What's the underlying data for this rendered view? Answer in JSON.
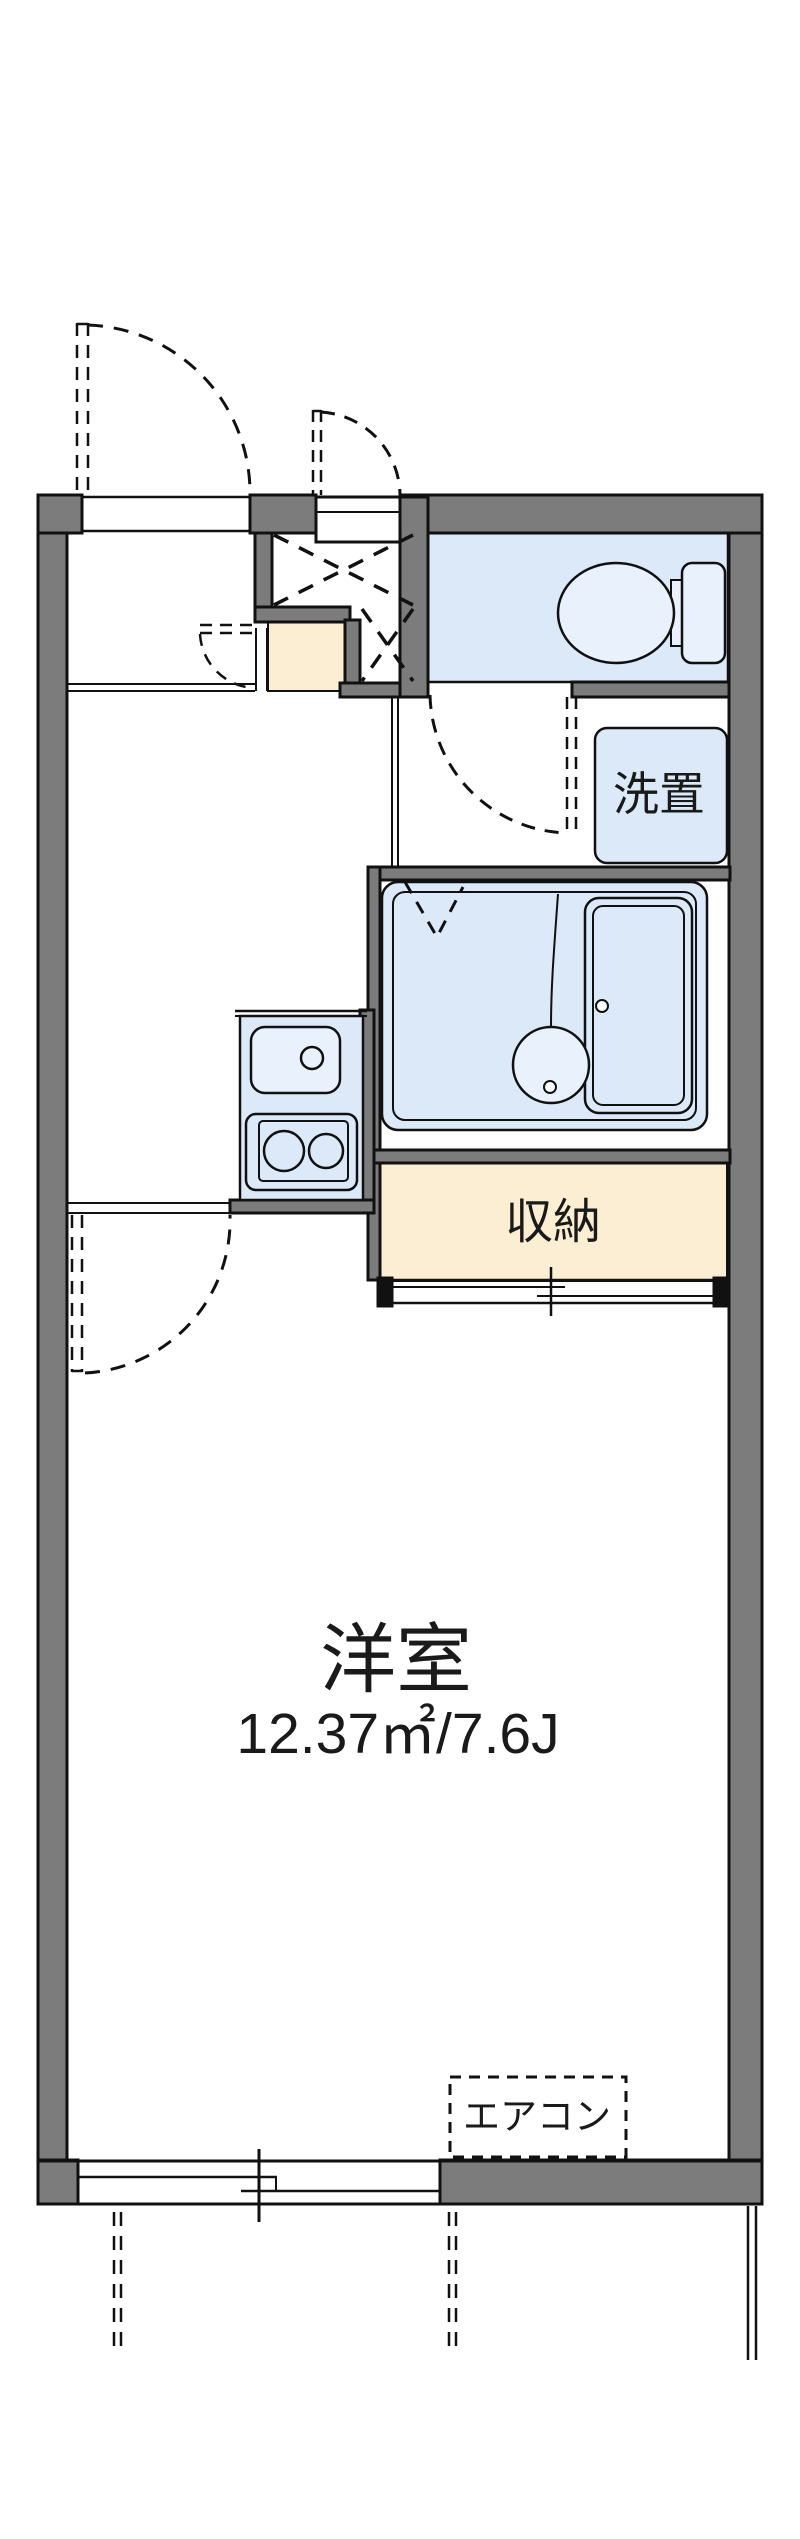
{
  "floorplan": {
    "main_room": {
      "label": "洋室",
      "area": "12.37㎡/7.6J"
    },
    "storage": {
      "label": "収納"
    },
    "laundry": {
      "label": "洗置"
    },
    "aircon": {
      "label": "エアコン"
    },
    "colors": {
      "wall_gray": "#7c7c7c",
      "line_black": "#111111",
      "wet_area_blue": "#dce9f8",
      "fixture_blue": "#e9f1fc",
      "floor_beige": "#fbeed2",
      "background": "#ffffff"
    }
  }
}
